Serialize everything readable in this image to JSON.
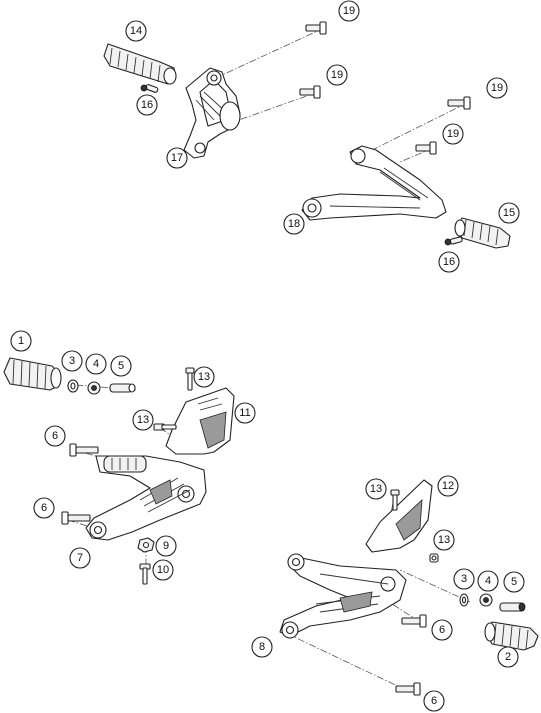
{
  "callouts": [
    {
      "id": "c19a",
      "label": "19"
    },
    {
      "id": "c14",
      "label": "14"
    },
    {
      "id": "c19b",
      "label": "19"
    },
    {
      "id": "c16a",
      "label": "16"
    },
    {
      "id": "c17",
      "label": "17"
    },
    {
      "id": "c19c",
      "label": "19"
    },
    {
      "id": "c19d",
      "label": "19"
    },
    {
      "id": "c15",
      "label": "15"
    },
    {
      "id": "c18",
      "label": "18"
    },
    {
      "id": "c16b",
      "label": "16"
    },
    {
      "id": "c1",
      "label": "1"
    },
    {
      "id": "c3a",
      "label": "3"
    },
    {
      "id": "c4a",
      "label": "4"
    },
    {
      "id": "c5a",
      "label": "5"
    },
    {
      "id": "c13a",
      "label": "13"
    },
    {
      "id": "c13b",
      "label": "13"
    },
    {
      "id": "c11",
      "label": "11"
    },
    {
      "id": "c6a",
      "label": "6"
    },
    {
      "id": "c6b",
      "label": "6"
    },
    {
      "id": "c7",
      "label": "7"
    },
    {
      "id": "c9",
      "label": "9"
    },
    {
      "id": "c10",
      "label": "10"
    },
    {
      "id": "c13c",
      "label": "13"
    },
    {
      "id": "c12",
      "label": "12"
    },
    {
      "id": "c13d",
      "label": "13"
    },
    {
      "id": "c3b",
      "label": "3"
    },
    {
      "id": "c4b",
      "label": "4"
    },
    {
      "id": "c5b",
      "label": "5"
    },
    {
      "id": "c6c",
      "label": "6"
    },
    {
      "id": "c8",
      "label": "8"
    },
    {
      "id": "c2",
      "label": "2"
    },
    {
      "id": "c6d",
      "label": "6"
    }
  ]
}
